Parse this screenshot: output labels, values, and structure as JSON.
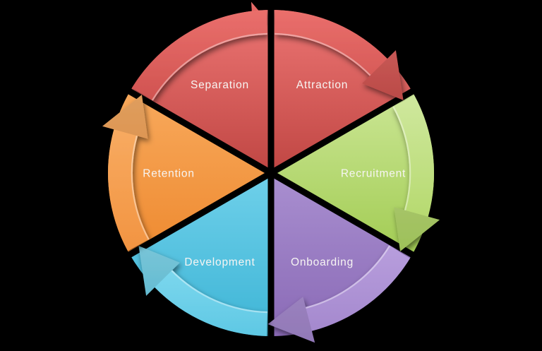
{
  "diagram": {
    "type": "employee-lifecycle-cycle",
    "background_color": "#000000",
    "label_color": "#f7f5f3",
    "arrow_direction": "clockwise",
    "segments": [
      {
        "label": "Attraction",
        "family": "red",
        "wedge_top": "#ec7573",
        "wedge_bottom": "#c04643",
        "band_top": "#ea6f6c",
        "band_bottom": "#d05350"
      },
      {
        "label": "Recruitment",
        "family": "green",
        "wedge_top": "#cbe695",
        "wedge_bottom": "#a2cc53",
        "band_top": "#cfe89e",
        "band_bottom": "#b0d663"
      },
      {
        "label": "Onboarding",
        "family": "purple",
        "wedge_top": "#a98fd0",
        "wedge_bottom": "#8a6ab6",
        "band_top": "#b89edd",
        "band_bottom": "#a286cc"
      },
      {
        "label": "Development",
        "family": "cyan",
        "wedge_top": "#6fd0ea",
        "wedge_bottom": "#3eb5d6",
        "band_top": "#87dcf1",
        "band_bottom": "#5ec8e4"
      },
      {
        "label": "Retention",
        "family": "orange",
        "wedge_top": "#f8a95c",
        "wedge_bottom": "#ee8a30",
        "band_top": "#f9b069",
        "band_bottom": "#f29441"
      },
      {
        "label": "Separation",
        "family": "red",
        "wedge_top": "#ec7573",
        "wedge_bottom": "#c04643",
        "band_top": "#ea6f6c",
        "band_bottom": "#d05350"
      }
    ],
    "arrows": [
      {
        "covers": [
          "Separation",
          "Attraction"
        ],
        "head_at": "Attraction"
      },
      {
        "covers": [
          "Recruitment"
        ],
        "head_at": "Recruitment"
      },
      {
        "covers": [
          "Onboarding"
        ],
        "head_at": "Onboarding"
      },
      {
        "covers": [
          "Development"
        ],
        "head_at": "Development"
      },
      {
        "covers": [
          "Retention"
        ],
        "head_at": "Retention"
      }
    ]
  }
}
